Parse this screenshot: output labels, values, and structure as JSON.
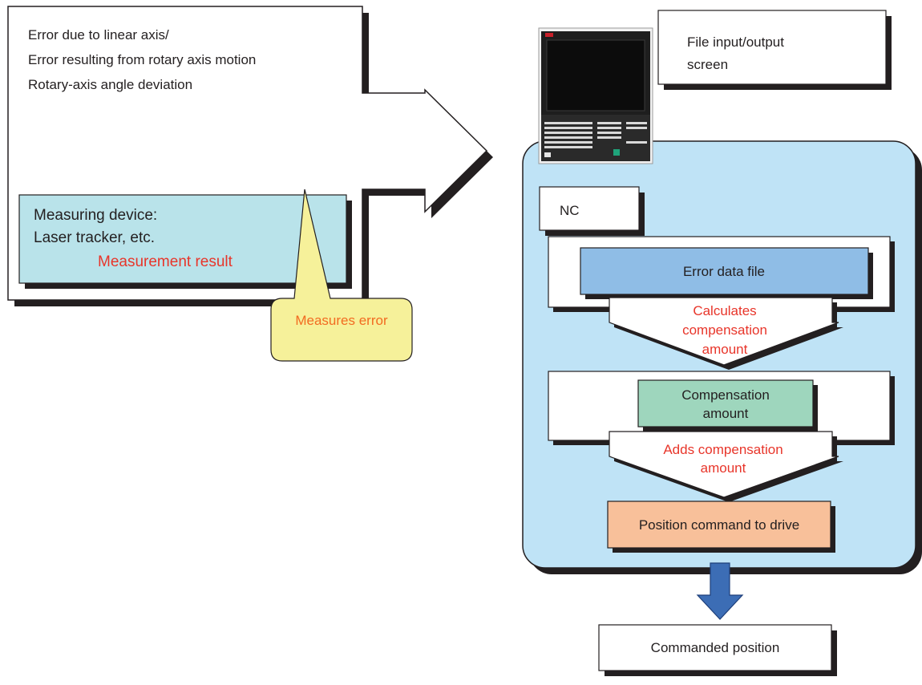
{
  "source_panel": {
    "error_items": [
      "Error due to linear axis/",
      "Error resulting from rotary axis motion",
      "Rotary-axis angle deviation"
    ],
    "device_lines": [
      "Measuring device:",
      "Laser tracker, etc."
    ],
    "measurement_result": "Measurement result",
    "callout": "Measures error"
  },
  "screen_label_lines": [
    "File input/output",
    "screen"
  ],
  "nc": {
    "label": "NC",
    "error_data_file": "Error data file",
    "calc_arrow_lines": [
      "Calculates",
      "compensation",
      "amount"
    ],
    "compensation_lines": [
      "Compensation",
      "amount"
    ],
    "add_arrow_lines": [
      "Adds compensation",
      "amount"
    ],
    "position_command": "Position command to drive"
  },
  "output": {
    "commanded_position": "Commanded position"
  },
  "colors": {
    "nc_background": "#bfe3f6",
    "device_box": "#b9e3ea",
    "callout_fill": "#f6f19a",
    "error_file_box": "#8fbde6",
    "compensation_box": "#9ed6bd",
    "position_box": "#f8c09a",
    "down_arrow": "#3c6db5",
    "red_text": "#e8352a",
    "orange_text": "#f26b21"
  }
}
